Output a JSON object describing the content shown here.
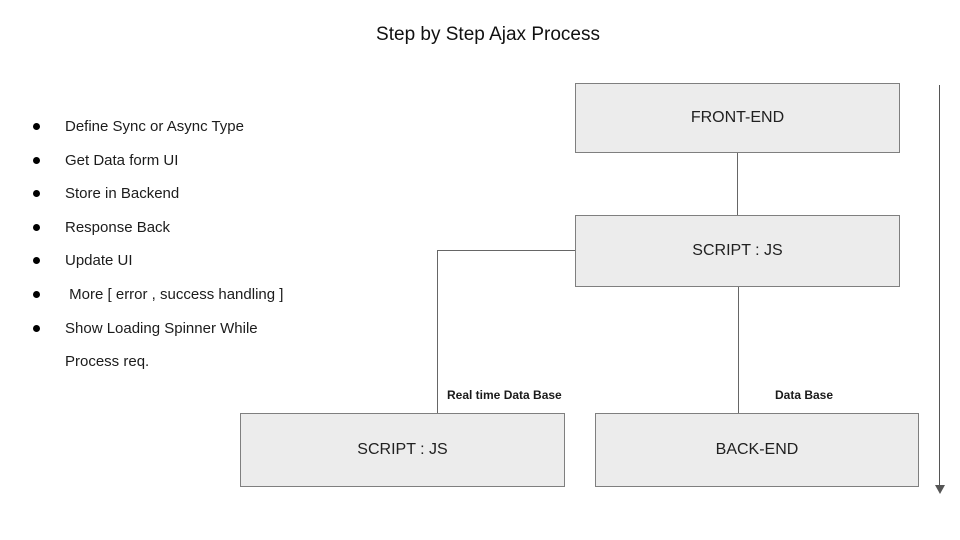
{
  "title": "Step by Step Ajax Process",
  "bullets": [
    "Define Sync or Async Type",
    "Get Data form UI",
    "Store in Backend",
    "Response Back",
    "Update UI",
    " More [ error , success handling ]",
    "Show Loading Spinner While\nProcess req."
  ],
  "nodes": {
    "front_end": "FRONT-END",
    "script_js_main": "SCRIPT : JS",
    "script_js_realtime": "SCRIPT : JS",
    "back_end": "BACK-END"
  },
  "edge_labels": {
    "realtime_db": "Real time Data Base",
    "db": "Data Base"
  },
  "colors": {
    "background": "#ffffff",
    "box_fill": "#ececec",
    "box_border": "#7f7f7f",
    "line": "#666666",
    "text": "#1a1a1a"
  }
}
